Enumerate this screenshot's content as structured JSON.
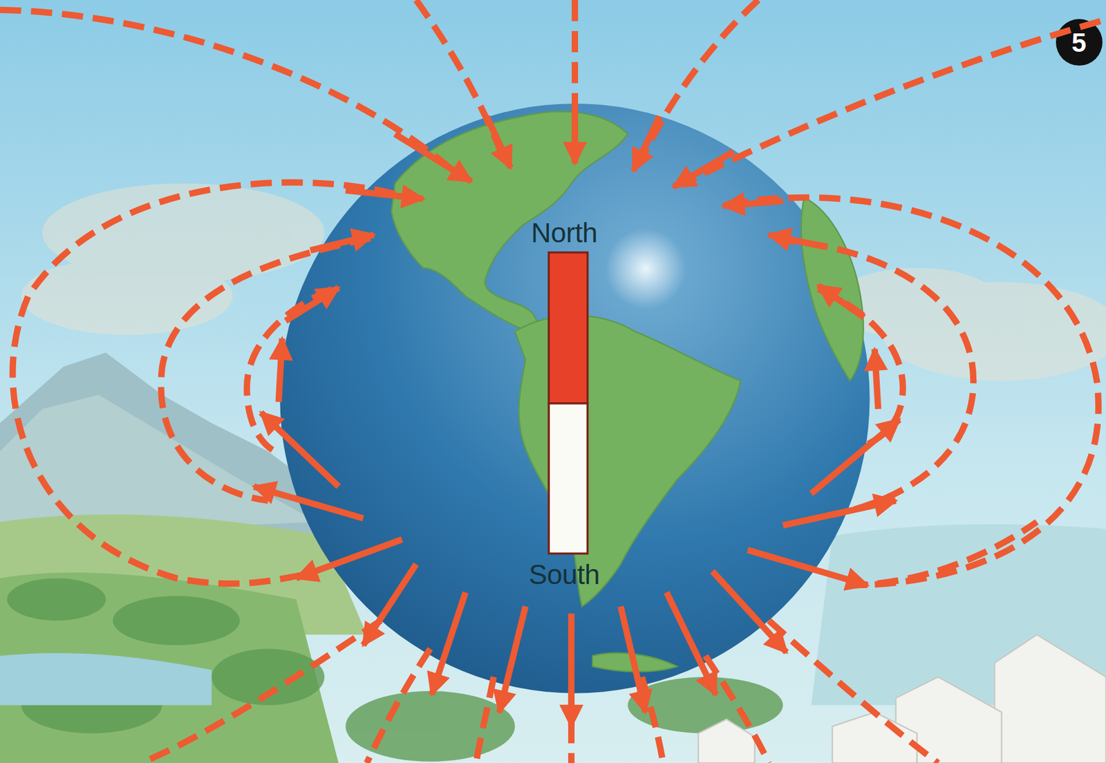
{
  "diagram": {
    "labels": [
      "5",
      "North",
      "South"
    ]
  }
}
